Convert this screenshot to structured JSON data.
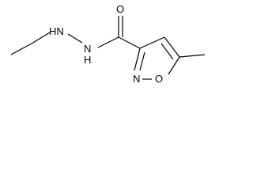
{
  "molecule": {
    "atoms": {
      "hydrazide_n1": "HN",
      "hydrazide_n2": "N",
      "hydrazide_n2_h": "H",
      "carbonyl_o": "O",
      "ring_n": "N",
      "ring_o": "O"
    },
    "colors": {
      "bond": "#000000",
      "label": "#000000",
      "background": "#ffffff"
    }
  }
}
